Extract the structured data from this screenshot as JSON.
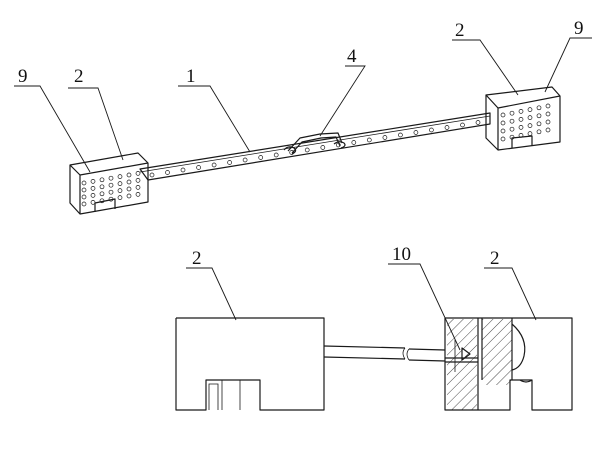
{
  "labels": {
    "top_left_block_a": "9",
    "top_left_block_b": "2",
    "rail": "1",
    "handle": "4",
    "top_right_block_a": "2",
    "top_right_block_b": "9",
    "section_left_block": "2",
    "section_pin": "10",
    "section_right_block": "2"
  },
  "colors": {
    "line": "#1a1a1a",
    "background": "#ffffff"
  }
}
